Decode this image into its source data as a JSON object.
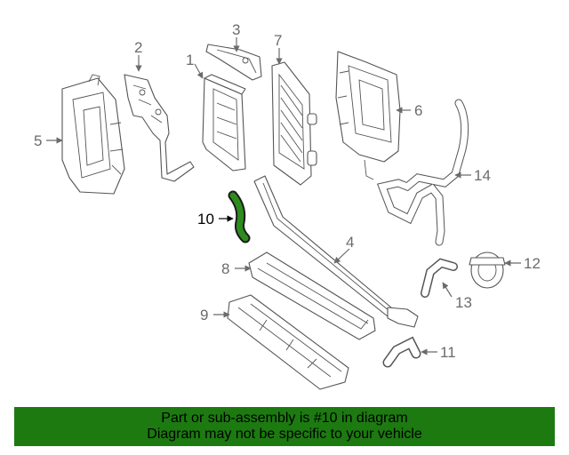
{
  "callouts": [
    {
      "id": "1",
      "label": "1"
    },
    {
      "id": "2",
      "label": "2"
    },
    {
      "id": "3",
      "label": "3"
    },
    {
      "id": "4",
      "label": "4"
    },
    {
      "id": "5",
      "label": "5"
    },
    {
      "id": "6",
      "label": "6"
    },
    {
      "id": "7",
      "label": "7"
    },
    {
      "id": "8",
      "label": "8"
    },
    {
      "id": "9",
      "label": "9"
    },
    {
      "id": "10",
      "label": "10",
      "highlighted": true
    },
    {
      "id": "11",
      "label": "11"
    },
    {
      "id": "12",
      "label": "12"
    },
    {
      "id": "13",
      "label": "13"
    },
    {
      "id": "14",
      "label": "14"
    }
  ],
  "banner": {
    "line1": "Part or sub-assembly is #10 in diagram",
    "line2": "Diagram may not be specific to your vehicle"
  },
  "colors": {
    "banner_bg": "#1c7a10",
    "highlight_part": "#2e8b1e",
    "line_art": "#555555",
    "callout_text": "#6b6b6b"
  }
}
